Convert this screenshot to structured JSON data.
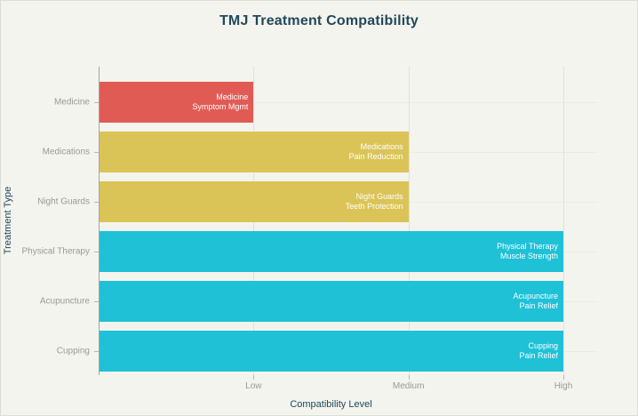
{
  "chart_data": {
    "type": "bar",
    "orientation": "horizontal",
    "title": "TMJ Treatment Compatibility",
    "xlabel": "Compatibility Level",
    "ylabel": "Treatment Type",
    "x_ticks": [
      {
        "label": "Low",
        "value": 1
      },
      {
        "label": "Medium",
        "value": 2
      },
      {
        "label": "High",
        "value": 3
      }
    ],
    "xlim": [
      0,
      3.22
    ],
    "grid": true,
    "legend_position": "none",
    "categories": [
      "Medicine",
      "Medications",
      "Night Guards",
      "Physical Therapy",
      "Acupuncture",
      "Cupping"
    ],
    "values": [
      1,
      2,
      2,
      3,
      3,
      3
    ],
    "bars": [
      {
        "category": "Medicine",
        "value": 1,
        "level": "Low",
        "color": "#e15b55",
        "label_line1": "Medicine",
        "label_line2": "Symptom Mgmt"
      },
      {
        "category": "Medications",
        "value": 2,
        "level": "Medium",
        "color": "#dac457",
        "label_line1": "Medications",
        "label_line2": "Pain Reduction"
      },
      {
        "category": "Night Guards",
        "value": 2,
        "level": "Medium",
        "color": "#dac457",
        "label_line1": "Night Guards",
        "label_line2": "Teeth Protection"
      },
      {
        "category": "Physical Therapy",
        "value": 3,
        "level": "High",
        "color": "#1fc1d7",
        "label_line1": "Physical Therapy",
        "label_line2": "Muscle Strength"
      },
      {
        "category": "Acupuncture",
        "value": 3,
        "level": "High",
        "color": "#1fc1d7",
        "label_line1": "Acupuncture",
        "label_line2": "Pain Relief"
      },
      {
        "category": "Cupping",
        "value": 3,
        "level": "High",
        "color": "#1fc1d7",
        "label_line1": "Cupping",
        "label_line2": "Pain Relief"
      }
    ],
    "colors": {
      "background": "#f4f4ee",
      "title_text": "#20495c",
      "tick_text": "#9b9b94",
      "grid_vertical": "#e2e2da",
      "grid_horizontal": "#ebebe2",
      "axis_line": "#a6a6a0",
      "bar_low": "#e15b55",
      "bar_medium": "#dac457",
      "bar_high": "#1fc1d7"
    }
  }
}
